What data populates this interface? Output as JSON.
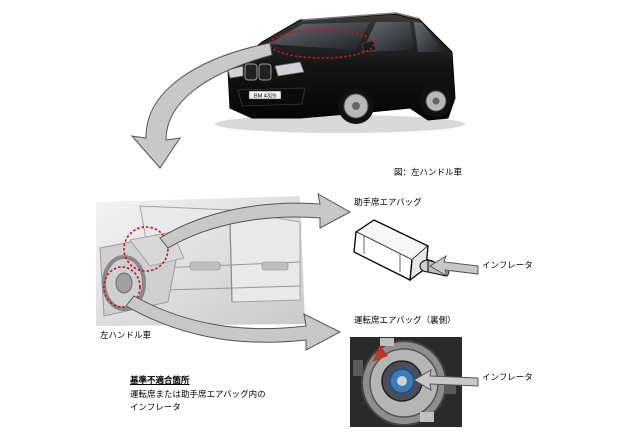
{
  "figure": {
    "caption": "図：左ハンドル車",
    "interior_label": "左ハンドル車",
    "passenger_airbag_label": "助手席エアバッグ",
    "driver_airbag_label": "運転席エアバッグ（裏側）",
    "inflator_label_top": "インフレータ",
    "inflator_label_bottom": "インフレータ",
    "nonconforming": {
      "heading": "基準不適合箇所",
      "line1": "運転席または助手席エアバッグ内の",
      "line2": "インフレータ"
    }
  },
  "car": {
    "plate_text": "BM 4329"
  },
  "colors": {
    "arrow_fill": "#c8c8c8",
    "arrow_stroke": "#555555",
    "highlight_circle": "#c0161c",
    "car_body": "#141414",
    "interior": "#d9d9d9"
  }
}
